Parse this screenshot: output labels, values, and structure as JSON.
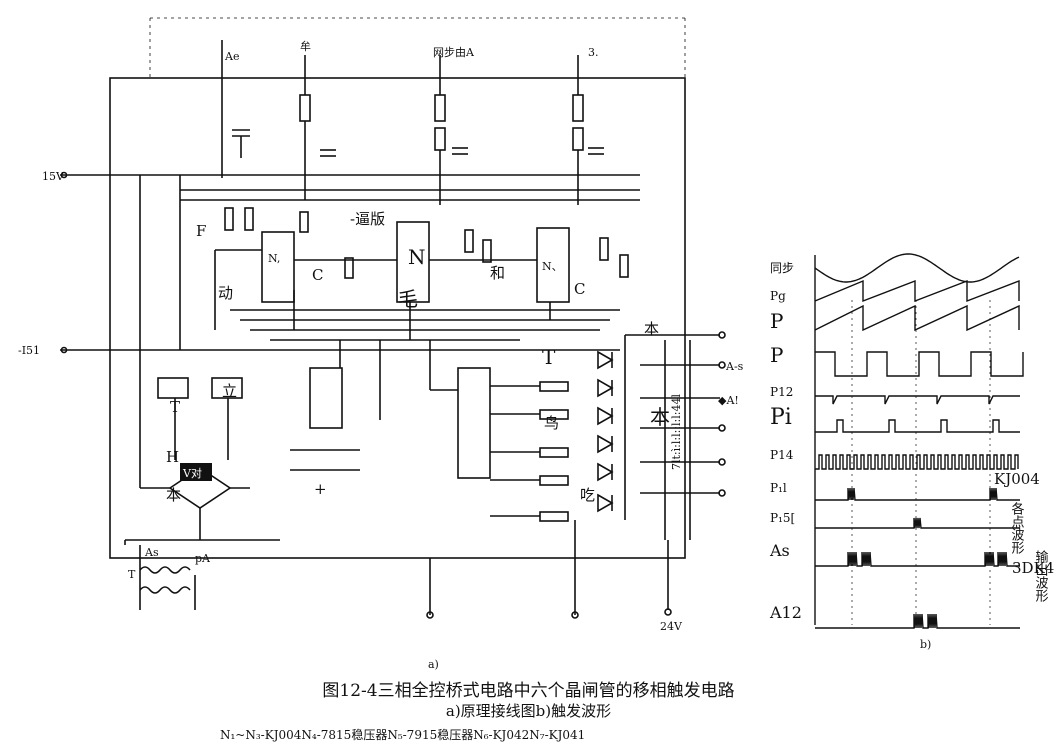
{
  "circuit": {
    "terminals": {
      "top_ae": "Ae",
      "top_a_mid": "网步由A",
      "top_3": "3.",
      "top_left_vert": "牟",
      "left_15v": "15V",
      "left_i51": "-I51",
      "out_a_s": "A-s",
      "out_a_excl": "◆A!",
      "ps_as": "As",
      "ps_pa": "pA",
      "ps_t": "T",
      "bottom_24v": "24V"
    },
    "labels": {
      "F": "F",
      "N1": "N,",
      "C_left": "C",
      "dong": "动",
      "ban": "-逼版",
      "N_mid": "N",
      "mao": "毛",
      "he": "和",
      "N3": "N、",
      "C_right": "C",
      "ben_top": "本",
      "T_mid": "T",
      "niao": "鸟",
      "chi": "吃",
      "ben_right": "本",
      "li": "立",
      "T_left": "T",
      "H": "H",
      "vdui": "V对",
      "ben_bridge": "本",
      "plus": "+",
      "vertical_code": "7lt:ì:l:l::l:l:44l"
    },
    "fig_a_label": "a)"
  },
  "waveforms": {
    "rows": [
      {
        "label": "同步",
        "type": "sine"
      },
      {
        "label": "Pg",
        "type": "saw"
      },
      {
        "label": "P",
        "type": "saw"
      },
      {
        "label": "P",
        "type": "square"
      },
      {
        "label": "P12",
        "type": "spike"
      },
      {
        "label": "Pi",
        "type": "pulse"
      },
      {
        "label": "P14",
        "type": "train"
      },
      {
        "label": "P₁l",
        "type": "burst"
      },
      {
        "label": "P₁5[",
        "type": "burst2"
      },
      {
        "label": "As",
        "type": "pair"
      },
      {
        "label": "A12",
        "type": "pair2"
      }
    ],
    "side_kj004": "KJ004",
    "side_points": "各点波形",
    "side_3dk4": "3DK4",
    "side_out": "输出波形",
    "fig_b_label": "b)"
  },
  "caption": {
    "title": "图12-4三相全控桥式电路中六个晶闸管的移相触发电路",
    "subtitle": "a)原理接线图b)触发波形",
    "legend": "N₁~N₃-KJ004N₄-7815稳压器N₅-7915稳压器N₆-KJ042N₇-KJ041"
  }
}
